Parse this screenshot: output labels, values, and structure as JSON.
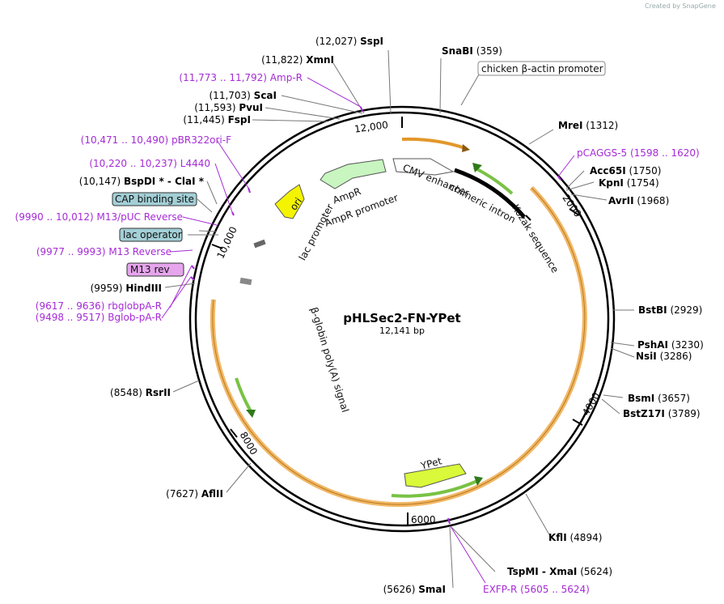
{
  "brand": "Created by SnapGene",
  "plasmid": {
    "name": "pHLSec2-FN-YPet",
    "length": "12,141 bp"
  },
  "ruler": [
    "12,000",
    "2000",
    "4000",
    "6000",
    "8000",
    "10,000"
  ],
  "features": {
    "ampr": "AmpR",
    "ampr_promoter": "AmpR promoter",
    "cmv_enhancer": "CMV enhancer",
    "chimeric_intron": "chimeric intron",
    "kozak": "Kozak sequence",
    "lac_promoter": "lac promoter",
    "ori": "ori",
    "bglobin": "β-globin poly(A) signal",
    "ypet": "YPet"
  },
  "labels": {
    "cba_promoter": "chicken β-actin promoter",
    "cap_site": "CAP binding site",
    "lac_operator": "lac operator",
    "m13_rev": "M13 rev"
  },
  "enzymes": [
    {
      "name": "SspI",
      "pos": "(12,027)",
      "side": "left"
    },
    {
      "name": "XmnI",
      "pos": "(11,822)",
      "side": "left"
    },
    {
      "name": "ScaI",
      "pos": "(11,703)",
      "side": "left"
    },
    {
      "name": "PvuI",
      "pos": "(11,593)",
      "side": "left"
    },
    {
      "name": "FspI",
      "pos": "(11,445)",
      "side": "left"
    },
    {
      "name": "BspDI * - ClaI *",
      "pos": "(10,147)",
      "side": "left"
    },
    {
      "name": "HindIII",
      "pos": "(9959)",
      "side": "left"
    },
    {
      "name": "RsrII",
      "pos": "(8548)",
      "side": "left"
    },
    {
      "name": "AflII",
      "pos": "(7627)",
      "side": "left"
    },
    {
      "name": "SmaI",
      "pos": "(5626)",
      "side": "left"
    },
    {
      "name": "SnaBI",
      "pos": "(359)",
      "side": "right"
    },
    {
      "name": "MreI",
      "pos": "(1312)",
      "side": "right"
    },
    {
      "name": "Acc65I",
      "pos": "(1750)",
      "side": "right"
    },
    {
      "name": "KpnI",
      "pos": "(1754)",
      "side": "right"
    },
    {
      "name": "AvrII",
      "pos": "(1968)",
      "side": "right"
    },
    {
      "name": "BstBI",
      "pos": "(2929)",
      "side": "right"
    },
    {
      "name": "PshAI",
      "pos": "(3230)",
      "side": "right"
    },
    {
      "name": "NsiI",
      "pos": "(3286)",
      "side": "right"
    },
    {
      "name": "BsmI",
      "pos": "(3657)",
      "side": "right"
    },
    {
      "name": "BstZ17I",
      "pos": "(3789)",
      "side": "right"
    },
    {
      "name": "KflI",
      "pos": "(4894)",
      "side": "right"
    },
    {
      "name": "TspMI - XmaI",
      "pos": "(5624)",
      "side": "right"
    }
  ],
  "primers": [
    {
      "name": "Amp-R",
      "pos": "(11,773 .. 11,792)",
      "side": "left"
    },
    {
      "name": "pBR322ori-F",
      "pos": "(10,471 .. 10,490)",
      "side": "left"
    },
    {
      "name": "L4440",
      "pos": "(10,220 .. 10,237)",
      "side": "left"
    },
    {
      "name": "M13/pUC Reverse",
      "pos": "(9990 .. 10,012)",
      "side": "left"
    },
    {
      "name": "M13 Reverse",
      "pos": "(9977 .. 9993)",
      "side": "left"
    },
    {
      "name": "rbglobpA-R",
      "pos": "(9617 .. 9636)",
      "side": "left"
    },
    {
      "name": "Bglob-pA-R",
      "pos": "(9498 .. 9517)",
      "side": "left"
    },
    {
      "name": "pCAGGS-5",
      "pos": "(1598 .. 1620)",
      "side": "right"
    },
    {
      "name": "EXFP-R",
      "pos": "(5605 .. 5624)",
      "side": "right"
    }
  ]
}
